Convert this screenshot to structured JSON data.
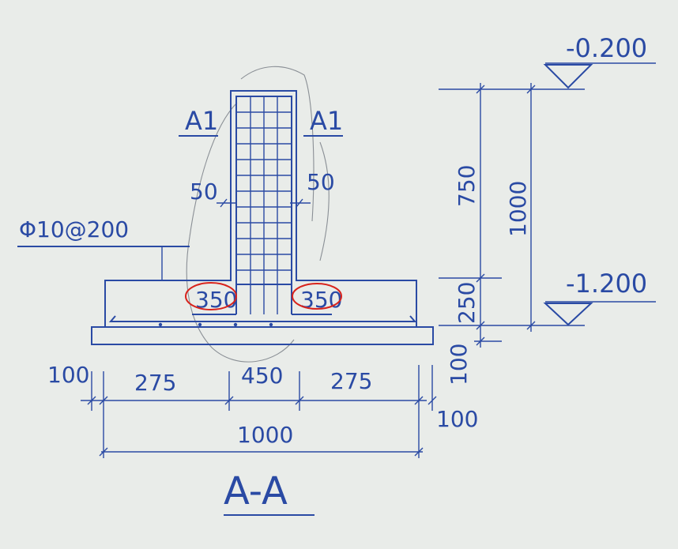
{
  "colors": {
    "ink": "#2a4aa4",
    "paper": "#e9ece9",
    "highlight": "#d8231c",
    "pencil": "#8a8f95"
  },
  "section_marks": {
    "left": "A1",
    "right": "A1"
  },
  "rebar_note": "Φ10@200",
  "cover_left": "50",
  "cover_right": "50",
  "highlighted_left": "350",
  "highlighted_right": "350",
  "dims_bottom": {
    "edge_left": "100",
    "left": "275",
    "center": "450",
    "right": "275",
    "edge_right": "100",
    "total": "1000"
  },
  "dims_right": {
    "upper": "750",
    "lower": "250",
    "overall": "1000",
    "pad": "100"
  },
  "elevations": {
    "top": "-0.200",
    "bottom": "-1.200"
  },
  "section_title": "A-A"
}
